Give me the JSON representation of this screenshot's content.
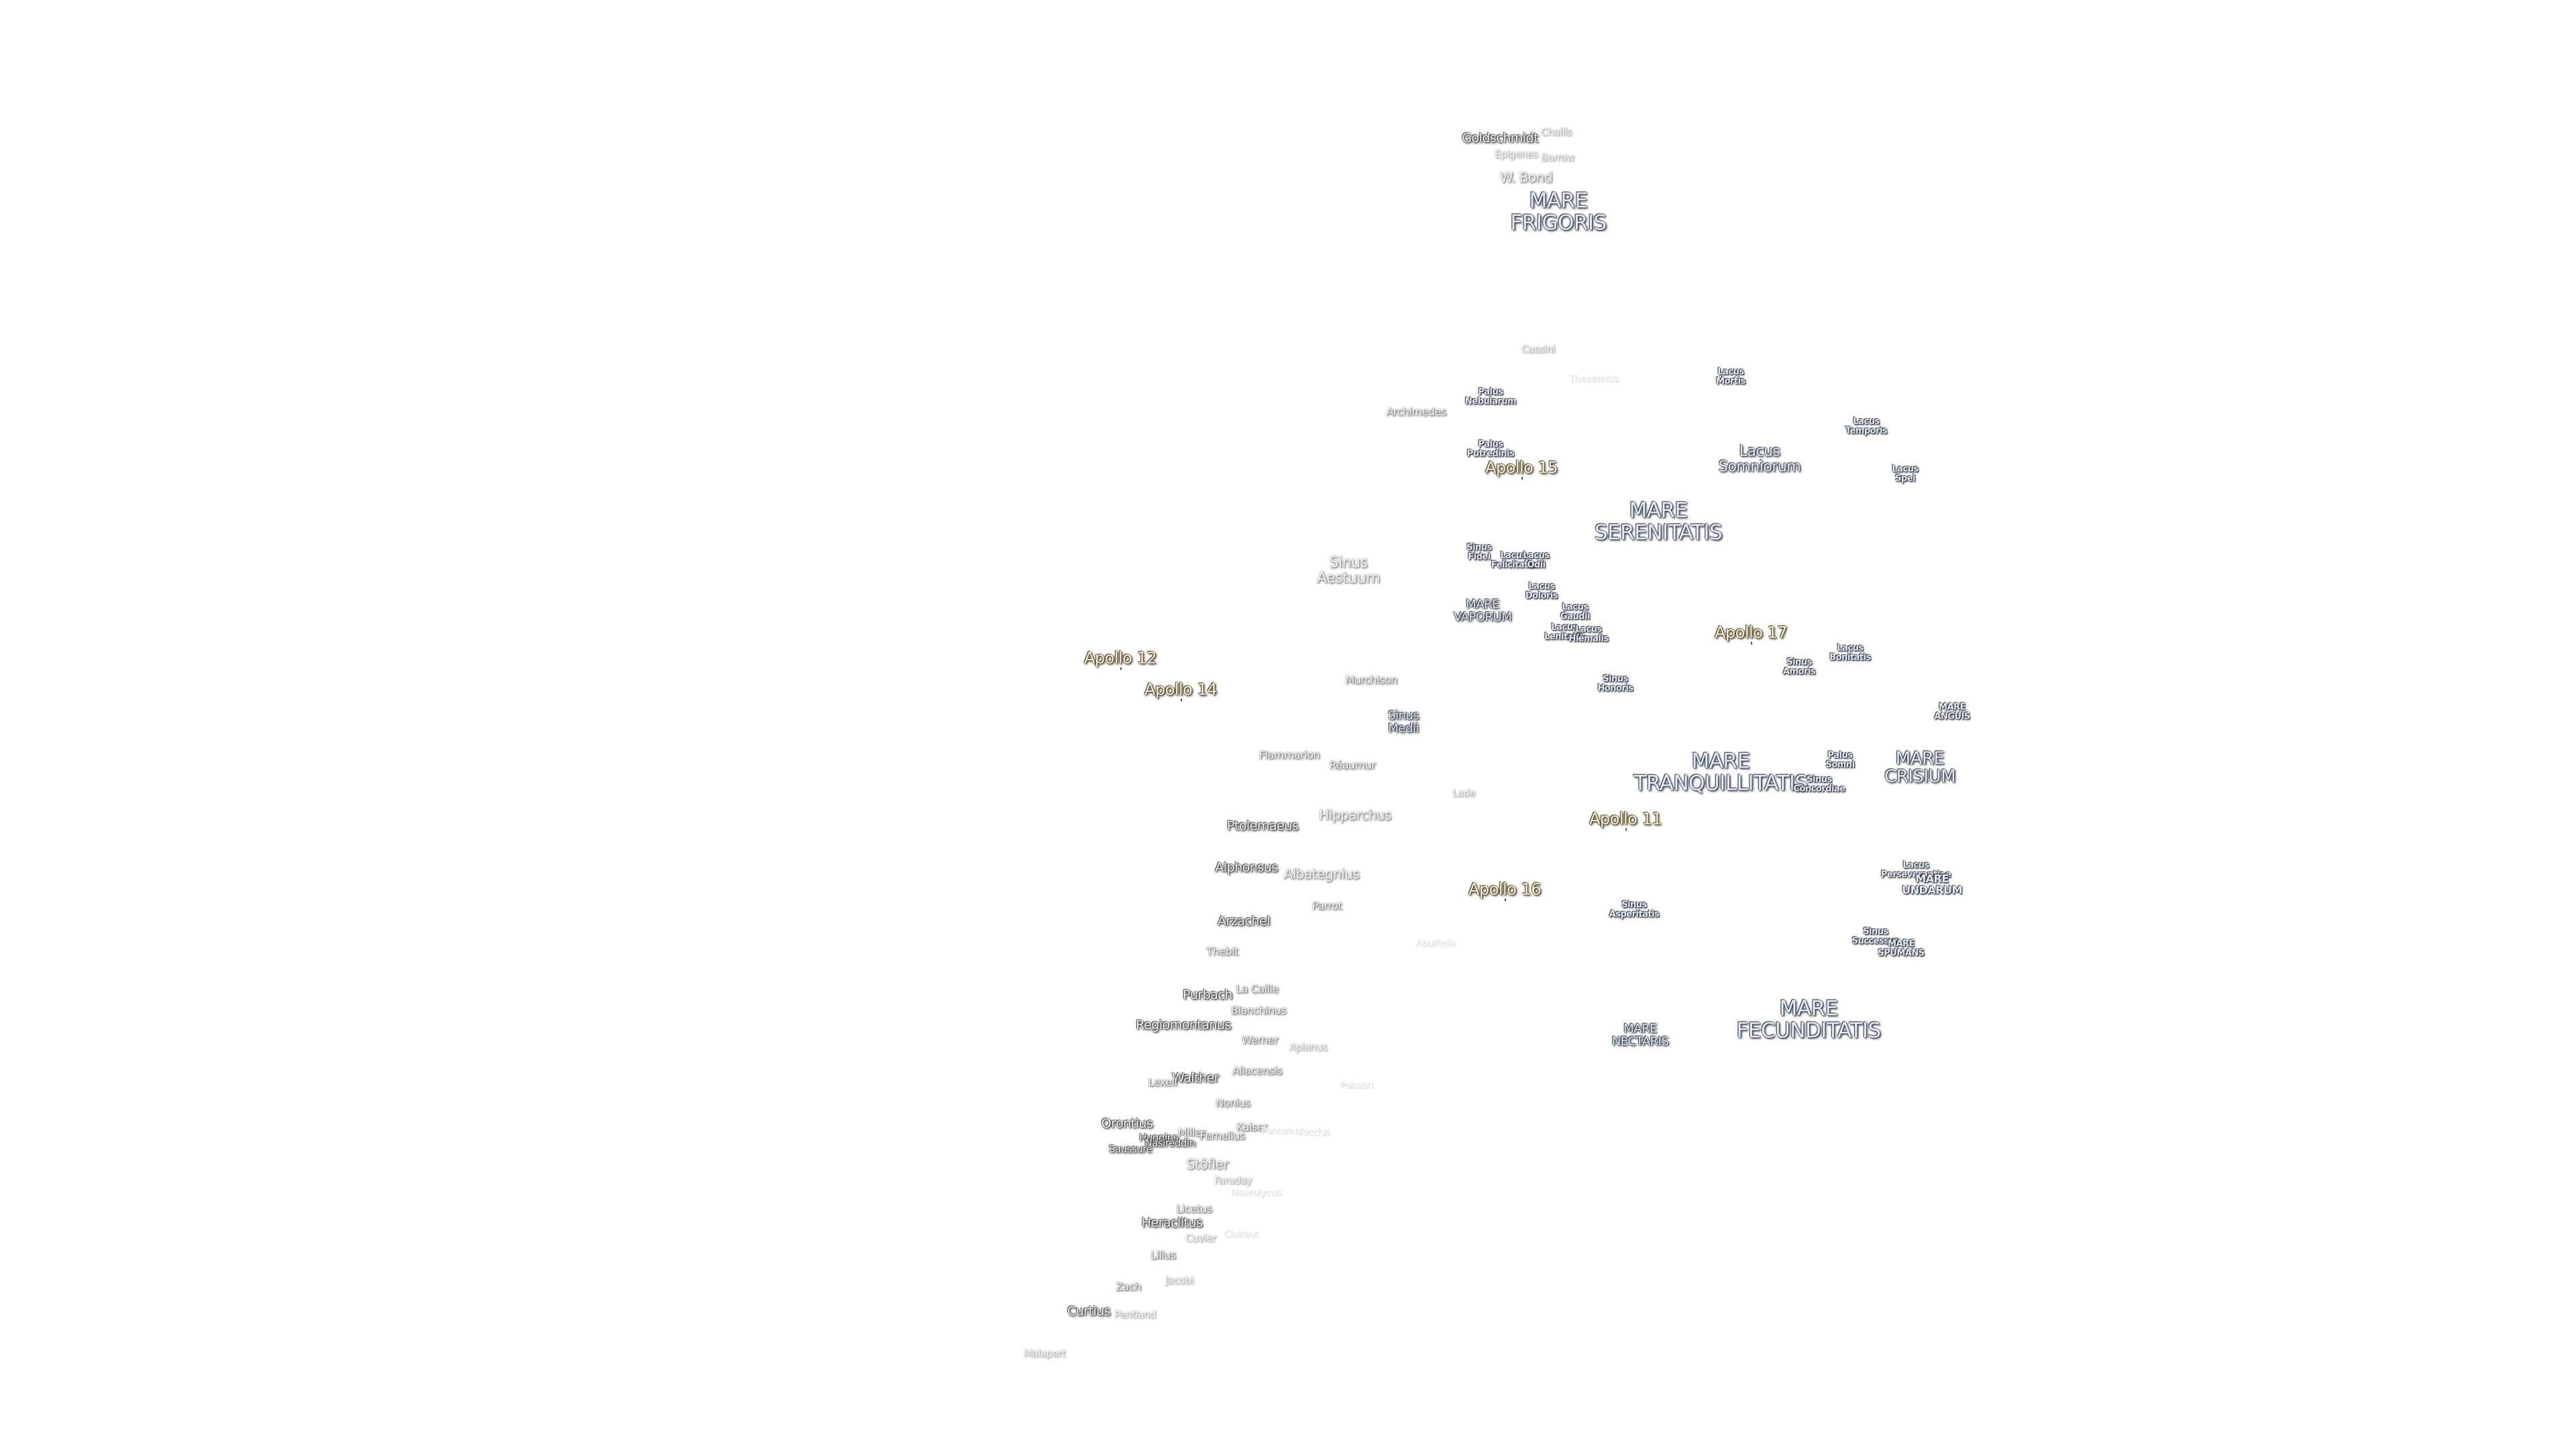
{
  "labels": [
    {
      "id": "goldschmidt",
      "text": [
        "Goldschmidt"
      ],
      "style": "crater-dark"
    },
    {
      "id": "challis",
      "text": [
        "Challis"
      ],
      "style": "crater-light"
    },
    {
      "id": "epigenes",
      "text": [
        "Epigenes"
      ],
      "style": "crater-light"
    },
    {
      "id": "barrow",
      "text": [
        "Barrow"
      ],
      "style": "crater-light"
    },
    {
      "id": "w-bond",
      "text": [
        "W. Bond"
      ],
      "style": "crater-lg"
    },
    {
      "id": "mare-frigoris",
      "text": [
        "MARE",
        "FRIGORIS"
      ],
      "style": "mare"
    },
    {
      "id": "cassini",
      "text": [
        "Cassini"
      ],
      "style": "crater-light"
    },
    {
      "id": "faint-1",
      "text": [
        "Theaetetus"
      ],
      "style": "crater-faint"
    },
    {
      "id": "lacus-mortis",
      "text": [
        "Lacus",
        "Mortis"
      ],
      "style": "small-dark"
    },
    {
      "id": "palus-nebularum",
      "text": [
        "Palus",
        "Nebularum"
      ],
      "style": "small-dark"
    },
    {
      "id": "archimedes",
      "text": [
        "Archimedes"
      ],
      "style": "crater-mid"
    },
    {
      "id": "lacus-temporis",
      "text": [
        "Lacus",
        "Temporis"
      ],
      "style": "small-dark"
    },
    {
      "id": "palus-putredinis",
      "text": [
        "Palus",
        "Putredinis"
      ],
      "style": "small-dark"
    },
    {
      "id": "apollo-15",
      "text": [
        "Apollo 15"
      ],
      "style": "apollo"
    },
    {
      "id": "lacus-somniorum",
      "text": [
        "Lacus",
        "Somniorum"
      ],
      "style": "lacus"
    },
    {
      "id": "lacus-spei",
      "text": [
        "Lacus",
        "Spei"
      ],
      "style": "small-dark"
    },
    {
      "id": "mare-serenitatis",
      "text": [
        "MARE",
        "SERENITATIS"
      ],
      "style": "mare"
    },
    {
      "id": "sinus-fidei",
      "text": [
        "Sinus",
        "Fidei"
      ],
      "style": "small-dark"
    },
    {
      "id": "lacus-felicitatis",
      "text": [
        "Lacus",
        "Felicitatis"
      ],
      "style": "small-dark"
    },
    {
      "id": "lacus-odii",
      "text": [
        "Lacus",
        "Odii"
      ],
      "style": "small-dark"
    },
    {
      "id": "sinus-aestuum",
      "text": [
        "Sinus",
        "Aestuum"
      ],
      "style": "sinus-light"
    },
    {
      "id": "lacus-doloris",
      "text": [
        "Lacus",
        "Doloris"
      ],
      "style": "small-dark"
    },
    {
      "id": "lacus-gaudii",
      "text": [
        "Lacus",
        "Gaudii"
      ],
      "style": "small-dark"
    },
    {
      "id": "mare-vaporum",
      "text": [
        "MARE",
        "VAPORUM"
      ],
      "style": "mare-sm"
    },
    {
      "id": "lacus-lenitatis",
      "text": [
        "Lacus",
        "Lenitatis"
      ],
      "style": "small-dark"
    },
    {
      "id": "lacus-hiemalis",
      "text": [
        "Lacus",
        "Hiemalis"
      ],
      "style": "small-dark"
    },
    {
      "id": "apollo-17",
      "text": [
        "Apollo 17"
      ],
      "style": "apollo"
    },
    {
      "id": "apollo-12",
      "text": [
        "Apollo 12"
      ],
      "style": "apollo"
    },
    {
      "id": "lacus-bonitatis",
      "text": [
        "Lacus",
        "Bonitatis"
      ],
      "style": "small-dark"
    },
    {
      "id": "sinus-amoris",
      "text": [
        "Sinus",
        "Amoris"
      ],
      "style": "small-dark"
    },
    {
      "id": "murchison",
      "text": [
        "Murchison"
      ],
      "style": "crater-mid"
    },
    {
      "id": "sinus-honoris",
      "text": [
        "Sinus",
        "Honoris"
      ],
      "style": "small-dark"
    },
    {
      "id": "apollo-14",
      "text": [
        "Apollo 14"
      ],
      "style": "apollo"
    },
    {
      "id": "mare-anguis",
      "text": [
        "MARE",
        "ANGUIS"
      ],
      "style": "small-dark"
    },
    {
      "id": "sinus-medii",
      "text": [
        "Sinus",
        "Medii"
      ],
      "style": "lacus-sm"
    },
    {
      "id": "flammarion",
      "text": [
        "Flammarion"
      ],
      "style": "crater-mid"
    },
    {
      "id": "palus-somni",
      "text": [
        "Palus",
        "Somni"
      ],
      "style": "small-dark"
    },
    {
      "id": "mare-tranquillitatis",
      "text": [
        "MARE",
        "TRANQUILLITATIS"
      ],
      "style": "mare"
    },
    {
      "id": "mare-crisium",
      "text": [
        "MARE",
        "CRISIUM"
      ],
      "style": "mare-md"
    },
    {
      "id": "reaumur",
      "text": [
        "Réaumur"
      ],
      "style": "crater-mid"
    },
    {
      "id": "sinus-concordiae",
      "text": [
        "Sinus",
        "Concordiae"
      ],
      "style": "small-dark"
    },
    {
      "id": "lade",
      "text": [
        "Lade"
      ],
      "style": "crater-light"
    },
    {
      "id": "hipparchus",
      "text": [
        "Hipparchus"
      ],
      "style": "crater-lg"
    },
    {
      "id": "apollo-11",
      "text": [
        "Apollo 11"
      ],
      "style": "apollo"
    },
    {
      "id": "ptolemaeus",
      "text": [
        "Ptolemaeus"
      ],
      "style": "crater-dark"
    },
    {
      "id": "lacus-perseverantiae",
      "text": [
        "Lacus",
        "Perseverantiae"
      ],
      "style": "small-dark"
    },
    {
      "id": "mare-undarum",
      "text": [
        "MARE",
        "UNDARUM"
      ],
      "style": "small-dark-md"
    },
    {
      "id": "alphonsus",
      "text": [
        "Alphonsus"
      ],
      "style": "crater-dark"
    },
    {
      "id": "albategnius",
      "text": [
        "Albategnius"
      ],
      "style": "crater-lg"
    },
    {
      "id": "apollo-16",
      "text": [
        "Apollo 16"
      ],
      "style": "apollo"
    },
    {
      "id": "sinus-asperitatis",
      "text": [
        "Sinus",
        "Asperitatis"
      ],
      "style": "small-dark"
    },
    {
      "id": "parrot",
      "text": [
        "Parrot"
      ],
      "style": "crater-mid"
    },
    {
      "id": "arzachel",
      "text": [
        "Arzachel"
      ],
      "style": "crater-dark"
    },
    {
      "id": "sinus-successus",
      "text": [
        "Sinus",
        "Successus"
      ],
      "style": "small-dark"
    },
    {
      "id": "mare-spumans",
      "text": [
        "MARE",
        "SPUMANS"
      ],
      "style": "small-dark"
    },
    {
      "id": "faint-2",
      "text": [
        "Abulfeda"
      ],
      "style": "crater-faint"
    },
    {
      "id": "thebit",
      "text": [
        "Thebit"
      ],
      "style": "crater-mid"
    },
    {
      "id": "purbach",
      "text": [
        "Purbach"
      ],
      "style": "crater-dark"
    },
    {
      "id": "la-caille",
      "text": [
        "La Caille"
      ],
      "style": "crater-mid"
    },
    {
      "id": "blanchinus",
      "text": [
        "Blanchinus"
      ],
      "style": "crater-mid"
    },
    {
      "id": "regiomontanus",
      "text": [
        "Regiomontanus"
      ],
      "style": "crater-dark"
    },
    {
      "id": "mare-fecunditatis",
      "text": [
        "MARE",
        "FECUNDITATIS"
      ],
      "style": "mare"
    },
    {
      "id": "mare-nectaris",
      "text": [
        "MARE",
        "NECTARIS"
      ],
      "style": "mare-sm"
    },
    {
      "id": "werner",
      "text": [
        "Werner"
      ],
      "style": "crater-mid"
    },
    {
      "id": "apianus",
      "text": [
        "Apianus"
      ],
      "style": "crater-light"
    },
    {
      "id": "aliacensis",
      "text": [
        "Aliacensis"
      ],
      "style": "crater-mid"
    },
    {
      "id": "faint-3",
      "text": [
        "Poisson"
      ],
      "style": "crater-faint"
    },
    {
      "id": "walther",
      "text": [
        "Walther"
      ],
      "style": "crater-dark"
    },
    {
      "id": "lexell",
      "text": [
        "Lexell"
      ],
      "style": "crater-mid"
    },
    {
      "id": "nonius",
      "text": [
        "Nonius"
      ],
      "style": "crater-mid"
    },
    {
      "id": "orontius",
      "text": [
        "Orontius"
      ],
      "style": "crater-dark"
    },
    {
      "id": "kaiser",
      "text": [
        "Kaiser"
      ],
      "style": "crater-mid"
    },
    {
      "id": "faint-4",
      "text": [
        "Pontanus"
      ],
      "style": "crater-faint"
    },
    {
      "id": "faint-5",
      "text": [
        "Riccius"
      ],
      "style": "crater-faint"
    },
    {
      "id": "huggins",
      "text": [
        "Huggins"
      ],
      "style": "crater-dark-sm"
    },
    {
      "id": "nasireddin",
      "text": [
        "Nasireddin"
      ],
      "style": "crater-dark-sm"
    },
    {
      "id": "miller",
      "text": [
        "Miller"
      ],
      "style": "crater-mid"
    },
    {
      "id": "fernelius",
      "text": [
        "Fernelius"
      ],
      "style": "crater-mid"
    },
    {
      "id": "saussure",
      "text": [
        "Saussure"
      ],
      "style": "crater-dark-sm"
    },
    {
      "id": "stoefler",
      "text": [
        "Stöfler"
      ],
      "style": "crater-lg"
    },
    {
      "id": "faraday",
      "text": [
        "Faraday"
      ],
      "style": "crater-light"
    },
    {
      "id": "faint-6",
      "text": [
        "Maurolycus"
      ],
      "style": "crater-faint"
    },
    {
      "id": "licetus",
      "text": [
        "Licetus"
      ],
      "style": "crater-mid"
    },
    {
      "id": "heraclitus",
      "text": [
        "Heraclitus"
      ],
      "style": "crater-dark"
    },
    {
      "id": "cuvier",
      "text": [
        "Cuvier"
      ],
      "style": "crater-light"
    },
    {
      "id": "faint-7",
      "text": [
        "Clairaut"
      ],
      "style": "crater-faint"
    },
    {
      "id": "lilius",
      "text": [
        "Lilius"
      ],
      "style": "crater-mid"
    },
    {
      "id": "jacobi",
      "text": [
        "Jacobi"
      ],
      "style": "crater-light"
    },
    {
      "id": "zach",
      "text": [
        "Zach"
      ],
      "style": "crater-mid"
    },
    {
      "id": "curtius",
      "text": [
        "Curtius"
      ],
      "style": "crater-dark"
    },
    {
      "id": "pentland",
      "text": [
        "Pentland"
      ],
      "style": "crater-light"
    },
    {
      "id": "malapert",
      "text": [
        "Malapert"
      ],
      "style": "crater-light"
    }
  ]
}
